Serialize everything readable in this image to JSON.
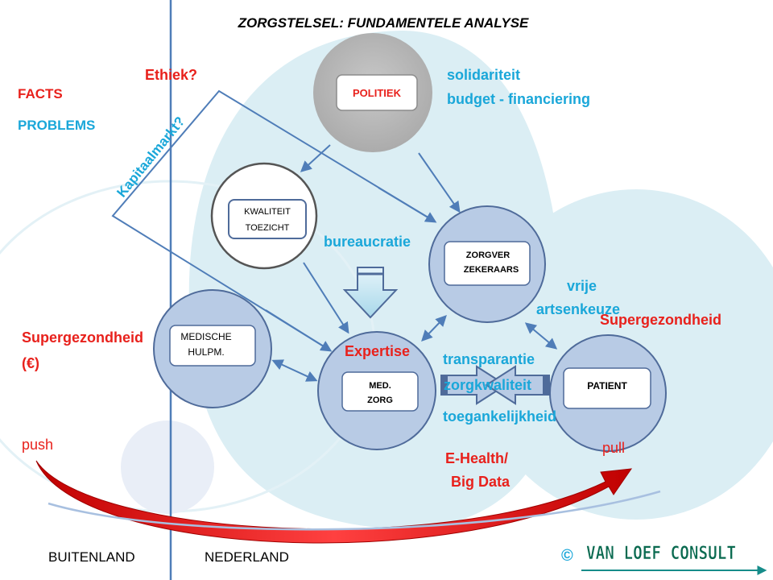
{
  "title": "ZORGSTELSEL: FUNDAMENTELE ANALYSE",
  "side_labels": {
    "facts": "FACTS",
    "problems": "PROBLEMS"
  },
  "ethics": "Ethiek?",
  "capital_market": "Kapitaalmarkt?",
  "politics": {
    "label": "POLITIEK",
    "line1": "solidariteit",
    "line2": "budget - financiering"
  },
  "quality": {
    "line1": "KWALITEIT",
    "line2": "TOEZICHT"
  },
  "bureaucracy": "bureaucratie",
  "insurers": {
    "line1": "ZORGVER",
    "line2": "ZEKERAARS"
  },
  "free_choice": {
    "line1": "vrije",
    "line2": "artsenkeuze"
  },
  "medical_aids": {
    "line1": "MEDISCHE",
    "line2": "HULPM."
  },
  "medical_care": {
    "line1": "MED.",
    "line2": "ZORG"
  },
  "expertise": "Expertise",
  "patient": "PATIENT",
  "super_health_left": {
    "line1": "Supergezondheid",
    "line2": "(€)"
  },
  "super_health_right": "Supergezondheid",
  "transparency": "transparantie",
  "care_quality": "zorgkwaliteit",
  "accessibility": "toegankelijkheid",
  "ehealth": {
    "line1": "E-Health/",
    "line2": "Big Data"
  },
  "push": "push",
  "pull": "pull",
  "regions": {
    "abroad": "BUITENLAND",
    "netherlands": "NEDERLAND"
  },
  "logo": {
    "copyright": "©",
    "text": "VAN LOEF CONSULT"
  },
  "colors": {
    "red": "#e8211c",
    "cyan": "#1aa7d9",
    "blue_line": "#4f7db8",
    "node_fill": "#b8cbe5",
    "bg_blob": "#dbeef4",
    "logo_green": "#0a6a50",
    "teal_arrow": "#168c8a"
  }
}
